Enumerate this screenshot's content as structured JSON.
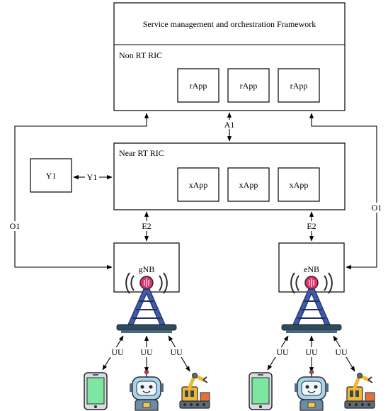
{
  "framework": {
    "title": "Service management and orchestration Framework"
  },
  "non_rt_ric": {
    "title": "Non RT RIC",
    "apps": [
      "rApp",
      "rApp",
      "rApp"
    ]
  },
  "near_rt_ric": {
    "title": "Near RT RIC",
    "apps": [
      "xApp",
      "xApp",
      "xApp"
    ]
  },
  "y1_box": {
    "label": "Y1"
  },
  "interfaces": {
    "a1": "A1",
    "y1": "Y1",
    "o1_left": "O1",
    "o1_right": "O1",
    "e2_left": "E2",
    "e2_right": "E2",
    "uu": [
      "UU",
      "UU",
      "UU",
      "UU",
      "UU",
      "UU"
    ]
  },
  "base_stations": [
    {
      "label": "gNB",
      "icon": "radio-tower-icon"
    },
    {
      "label": "eNB",
      "icon": "radio-tower-icon"
    }
  ],
  "devices": [
    "smartphone-icon",
    "ai-robot-icon",
    "industrial-robot-arm-icon"
  ],
  "colors": {
    "tower": "#3d5cad",
    "beacon": "#e0326e",
    "phone": "#7ee6a0",
    "robot": "#a8d4f0",
    "robot_arm": "#f2b631",
    "base_platform": "#2f4a5c"
  }
}
